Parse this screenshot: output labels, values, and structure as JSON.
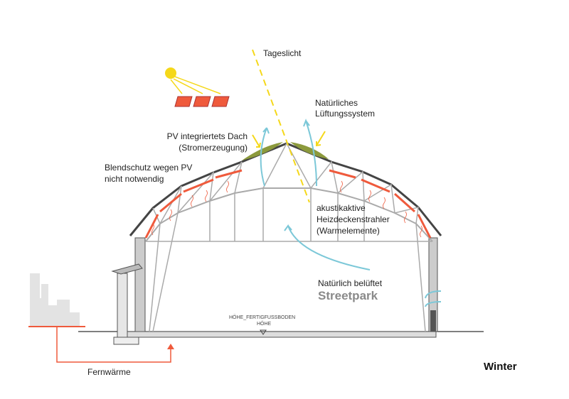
{
  "labels": {
    "daylight": "Tageslicht",
    "ventilation_1": "Natürliches",
    "ventilation_2": "Lüftungssystem",
    "pv_roof_1": "PV integriertets Dach",
    "pv_roof_2": "(Stromerzeugung)",
    "glare_1": "Blendschutz wegen PV",
    "glare_2": "nicht notwendig",
    "heating_1": "akustikaktive",
    "heating_2": "Heizdeckenstrahler",
    "heating_3": "(Warmelemente)",
    "natural_vent": "Natürlich belüftet",
    "streetpark": "Streetpark",
    "floor_level": "HÖHE_FERTIGFUSSBODEN",
    "floor_level_2": "HÖHE",
    "district_heating": "Fernwärme",
    "season": "Winter"
  },
  "colors": {
    "sun": "#f5d81a",
    "heat": "#ef5a3c",
    "air": "#7cc8d8",
    "pv": "#8c9a3c",
    "structure": "#aaaaaa",
    "line": "#444444"
  }
}
